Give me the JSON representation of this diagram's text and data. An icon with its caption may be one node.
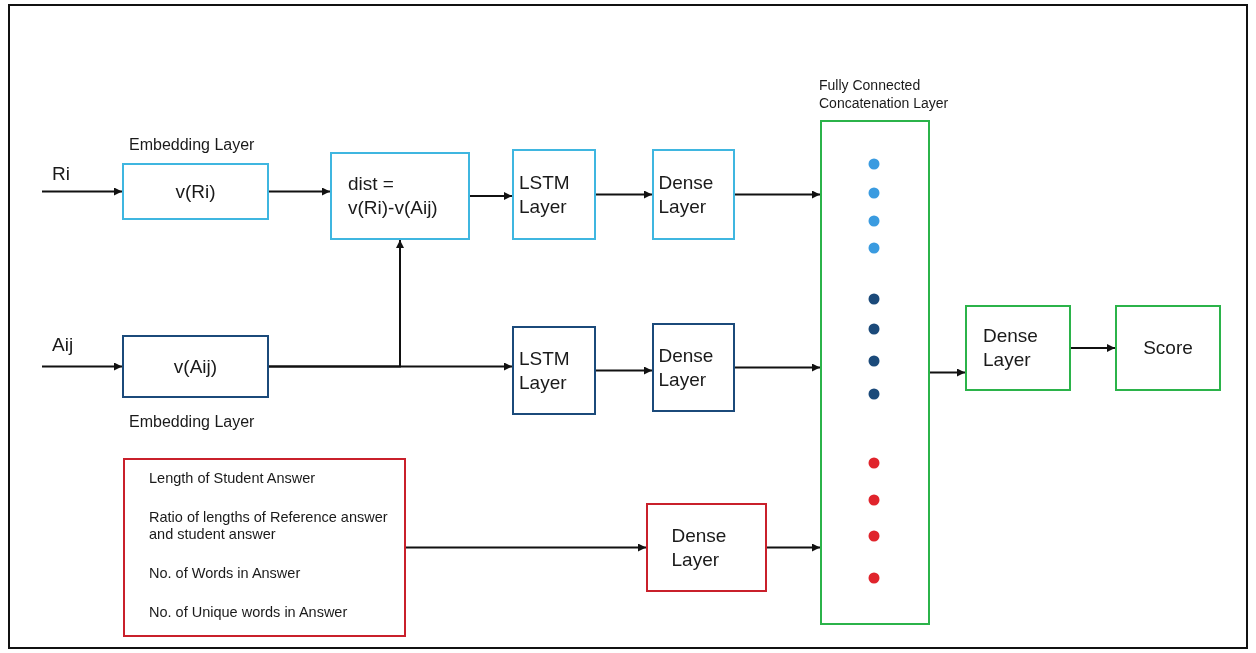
{
  "diagram": {
    "nodes": [
      {
        "text": [
          "v(Ri)"
        ],
        "beside": [
          "Embedding Layer"
        ]
      },
      {
        "text": [
          "dist = v(Ri)-v(Aij)"
        ]
      },
      {
        "text": [
          "LSTM Layer"
        ]
      },
      {
        "text": [
          "Dense Layer"
        ]
      },
      {
        "text": [
          "v(Aij)"
        ],
        "beside": [
          "Embedding Layer"
        ]
      },
      {
        "text": [
          "LSTM Layer"
        ]
      },
      {
        "text": [
          "Dense Layer"
        ]
      },
      {
        "text": [
          "Length of Student Answer",
          "Ratio of lengths of Reference answer and student answer",
          "No. of Words in Answer",
          "No. of Unique words in Answer"
        ]
      },
      {
        "text": [
          "Dense Layer"
        ]
      },
      {
        "text": [
          "Fully Connected Concatenation Layer"
        ]
      },
      {
        "text": [
          "Dense Layer"
        ]
      },
      {
        "text": [
          "Score"
        ]
      }
    ],
    "edges": [
      {
        "from": null,
        "to": 0,
        "arrow": "to"
      },
      {
        "from": 0,
        "to": 1,
        "arrow": "to"
      },
      {
        "from": 1,
        "to": 2,
        "arrow": "to"
      },
      {
        "from": 2,
        "to": 3,
        "arrow": "to"
      },
      {
        "from": 3,
        "to": 9,
        "arrow": "to"
      },
      {
        "from": null,
        "to": 4,
        "arrow": "to"
      },
      {
        "from": 4,
        "to": 1,
        "arrow": "to"
      },
      {
        "from": 4,
        "to": 5,
        "arrow": "to"
      },
      {
        "from": 5,
        "to": 6,
        "arrow": "to"
      },
      {
        "from": 6,
        "to": 9,
        "arrow": "to"
      },
      {
        "from": 7,
        "to": 8,
        "arrow": "to"
      },
      {
        "from": 8,
        "to": 9,
        "arrow": "to"
      },
      {
        "from": 9,
        "to": 10,
        "arrow": "to"
      },
      {
        "from": 10,
        "to": 11,
        "arrow": "to"
      }
    ],
    "labels": [
      "Ri",
      "Aij"
    ]
  }
}
